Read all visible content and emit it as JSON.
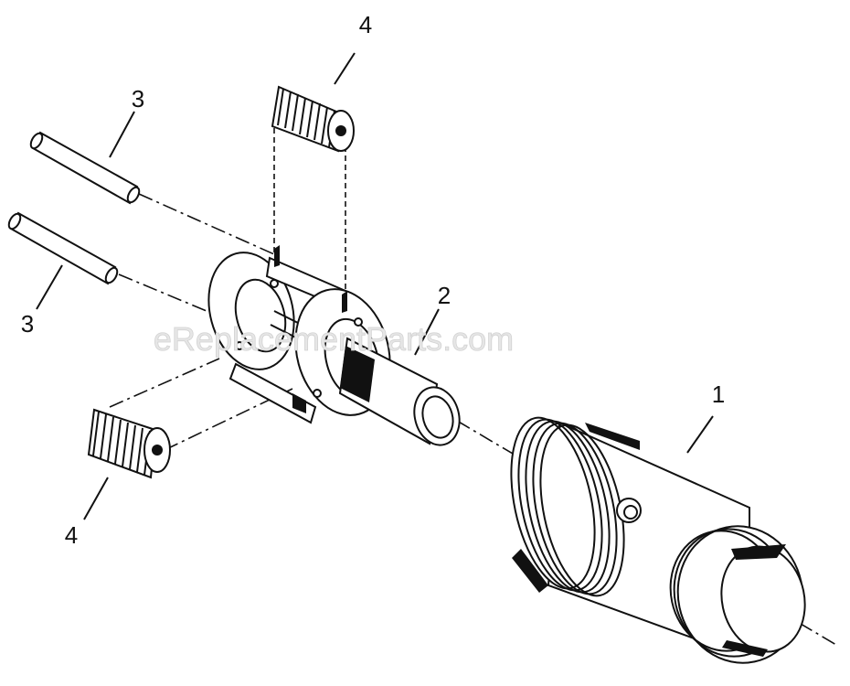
{
  "callouts": {
    "part_1": "1",
    "part_2": "2",
    "part_3_upper": "3",
    "part_3_lower": "3",
    "part_4_top": "4",
    "part_4_bottom": "4"
  },
  "watermark": "eReplacementParts.com"
}
